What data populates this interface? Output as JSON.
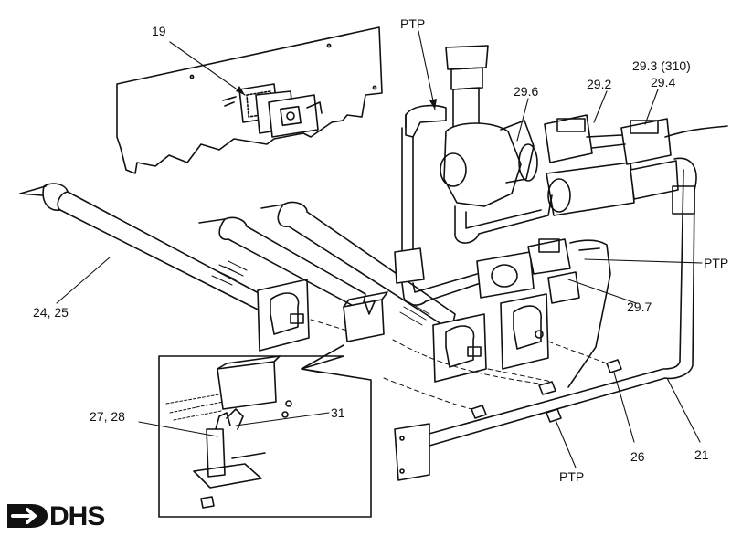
{
  "labels": {
    "l19": "19",
    "ptp_top": "PTP",
    "l296": "29.6",
    "l292": "29.2",
    "l293": "29.3 (310)",
    "l294": "29.4",
    "ptp_right": "PTP",
    "l297": "29.7",
    "l2425": "24, 25",
    "l2728": "27, 28",
    "l31": "31",
    "l26": "26",
    "l21": "21",
    "ptp_bottom": "PTP"
  },
  "logo": {
    "text": "DHS"
  },
  "colors": {
    "ink": "#111111",
    "paper": "#ffffff"
  }
}
